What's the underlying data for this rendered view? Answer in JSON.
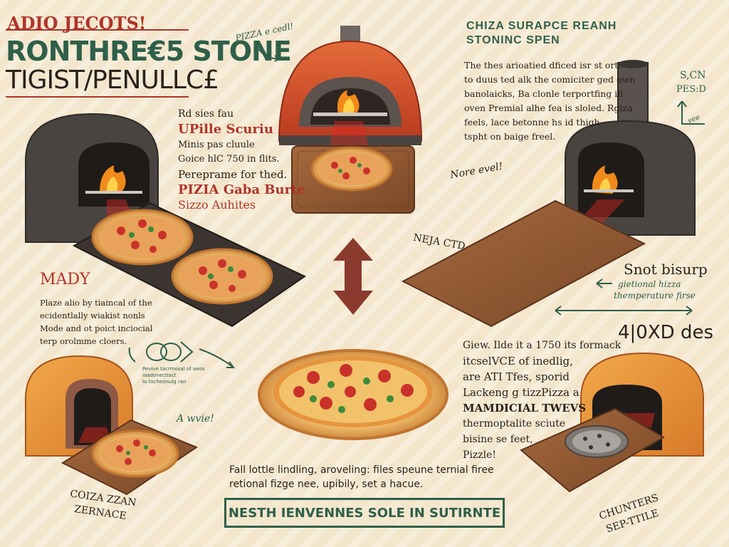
{
  "header": {
    "line1": "ADIO JECOTS!",
    "line2": "RONTHRE€5 STONE",
    "line3": "TIGIST/PENULLC£"
  },
  "top_center_note": "PIZZA e cedl!",
  "top_right": {
    "title1": "CHIZA SURAPCE REANH",
    "title2": "STONINC SPEN",
    "para": [
      "The thes arioatied dficed isr st ort.",
      "to duus ted alk the comiciter ged own",
      "banolaicks, Ba clonle terportfing ill",
      "oven Premial alhe fea is sloled. Rgiza",
      "feels, lace betonne hs id thigh",
      "tspht on baige freel."
    ]
  },
  "chimney_note": {
    "l1": "S,CN",
    "l2": "PES:D",
    "l3": "vee"
  },
  "left_block": {
    "l1": "Rd sies fau",
    "l2": "UPille Scuriu",
    "l3": "Minis pas cluule",
    "l4": "Goice hlC 750 in flits.",
    "l5": "Pereprame for thed.",
    "l6": "PIZIA Gaba Burte",
    "l7": "Sizzo Auhites"
  },
  "mid_note": "Nore evel!",
  "wood_label": "NEJA CTD",
  "snot": {
    "title": "Snot bisurp",
    "l1": "gietional hizza",
    "l2": "themperature firse"
  },
  "temp": "4|0XD des",
  "mady": {
    "title": "MADY",
    "l1": "Plaze alio by tiaincal of the",
    "l2": "ecidentlally wiakist nonls",
    "l3": "Mode and ot poict inciocial",
    "l4": "terp orolmme cloers."
  },
  "small_diagram_text": [
    "Pevive tacrmosal of aeos",
    "iaadonectiact",
    "la tocheonuig ran"
  ],
  "wow": "A wvie!",
  "right_block": {
    "l1": "Giew. Ilde it a 1750 its formack",
    "l2": "itcselVCE of inedlig,",
    "l3": "are ATI Tfes, sporid",
    "l4": "Lackeng g tizzPizza a",
    "l5": "MAMDICIAL TWEVS",
    "l6": "thermoptalite sciute",
    "l7": "bisine se feet,",
    "l8": "Pizzle!"
  },
  "bottom_text": {
    "l1": "Fall lottle lindling, aroveling: files speune ternial firee",
    "l2": "retional fizge nee, upibily, set a hacue."
  },
  "bottom_left_label": {
    "l1": "COIZA ZZAN",
    "l2": "ZERNACE"
  },
  "bottom_right_label": {
    "l1": "CHUNTERS",
    "l2": "SEP-TTILE"
  },
  "footer_box": "NESTH IENVENNES SOLE IN SUTIRNTE",
  "colors": {
    "accent_red": "#b0342a",
    "accent_green": "#2f5f4a",
    "background": "#f3e6cc",
    "oven_dark": "#4a4441",
    "wood": "#8a5733",
    "brick": "#d4542f"
  }
}
